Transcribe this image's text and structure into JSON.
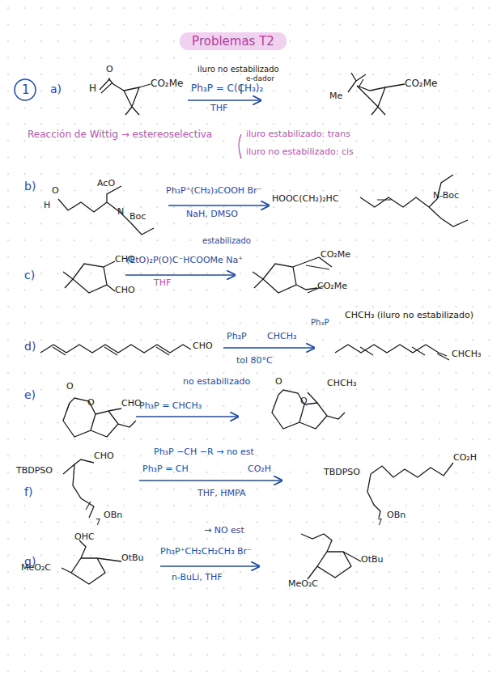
{
  "diagram": {
    "title": "Problemas T2",
    "labels": [
      "1",
      "a)",
      "H",
      "O",
      "CO₂Me",
      "iluro no estabilizado",
      "e-dador",
      "Ph₃P = C(CH₃)₂",
      "THF",
      "Me",
      "CO₂Me",
      "Reacción de Wittig → estereoselectiva",
      "iluro estabilizado: trans",
      "iluro no estabilizado: cis",
      "b)",
      "O",
      "H",
      "AcO",
      "N",
      "Boc",
      "Ph₃P⁺(CH₂)₃COOH Br⁻",
      "NaH, DMSO",
      "HOOC(CH₂)₂HC",
      "N-Boc",
      "c)",
      "CHO",
      "CHO",
      "estabilizado",
      "(EtO)₂P(O)C⁻HCOOMe Na⁺",
      "THF",
      "CO₂Me",
      "CO₂Me",
      "d)",
      "CHO",
      "Ph₃P",
      "CHCH₃",
      "tol 80°C",
      "Ph₃P",
      "CHCH₃ (iluro no estabilizado)",
      "CHCH₃",
      "e)",
      "no estabilizado",
      "O",
      "O",
      "CHO",
      "Ph₃P = CHCH₃",
      "O",
      "O",
      "CHCH₃",
      "f)",
      "TBDPSO",
      "CHO",
      "7",
      "OBn",
      "Ph₃P −CH −R → no est",
      "Ph₃P = CH",
      "CO₂H",
      "THF, HMPA",
      "TBDPSO",
      "CO₂H",
      "7",
      "OBn",
      "g)",
      "OHC",
      "MeO₂C",
      "OtBu",
      "→ NO est",
      "Ph₃P⁺CH₂CH₂CH₃ Br⁻",
      "n-BuLi, THF",
      "MeO₂C",
      "OtBu"
    ]
  }
}
